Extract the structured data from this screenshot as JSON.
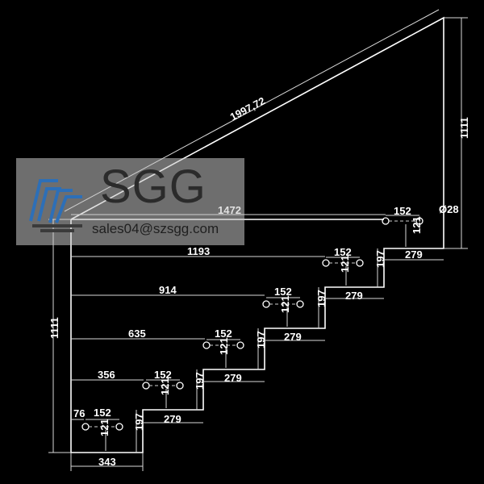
{
  "watermark": {
    "brand": "SGG",
    "email": "sales04@szsgg.com",
    "color": "#c8c8c8"
  },
  "dimensions": {
    "diagonal": "1997,72",
    "rise_left": "1111",
    "rise_right": "1111",
    "top_length": "1472",
    "hole_dia": "Ø28",
    "offset_1193": "1193",
    "offset_914": "914",
    "offset_635": "635",
    "offset_356": "356",
    "offset_76": "76",
    "hole_spacing": "152",
    "hole_height": "121",
    "step_rise": "197",
    "step_run": "279",
    "bottom_run": "343"
  },
  "colors": {
    "background": "#000000",
    "lines": "#ffffff"
  }
}
